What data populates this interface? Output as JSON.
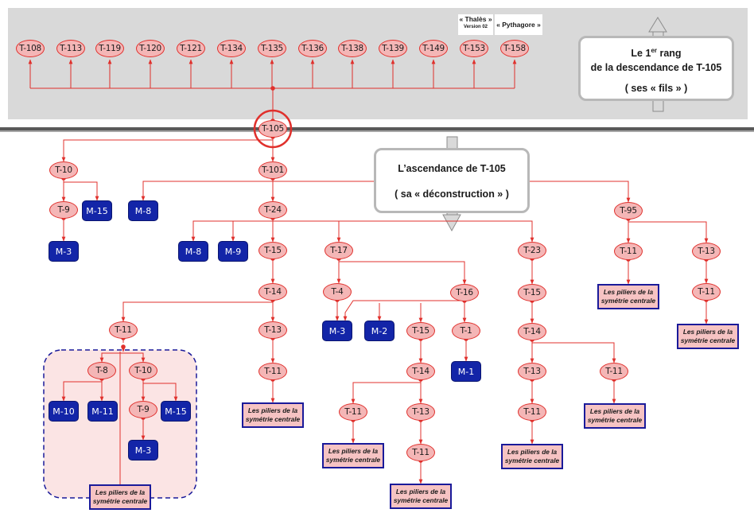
{
  "banner": {
    "versions": [
      {
        "name": "« Thalès »",
        "note": "Version 02"
      },
      {
        "name": "« Pythagore »"
      }
    ],
    "descendants": [
      "T-108",
      "T-113",
      "T-119",
      "T-120",
      "T-121",
      "T-134",
      "T-135",
      "T-136",
      "T-138",
      "T-139",
      "T-149",
      "T-153",
      "T-158"
    ],
    "rank_box": {
      "line1_a": "Le 1",
      "line1_sup": "er",
      "line1_b": " rang",
      "line2": "de la descendance de T-105",
      "line3": "( ses « fils » )"
    }
  },
  "ancestry_box": {
    "line1": "L’ascendance de T-105",
    "line2": "( sa « déconstruction » )"
  },
  "root": "T-105",
  "tree": {
    "t101": "T-101",
    "t10a": "T-10",
    "t9a": "T-9",
    "m15a": "M-15",
    "m3a": "M-3",
    "m8a": "M-8",
    "t24": "T-24",
    "m8b": "M-8",
    "m9": "M-9",
    "t15a": "T-15",
    "t14a": "T-14",
    "t13a": "T-13",
    "t11a": "T-11",
    "t11b": "T-11",
    "t8": "T-8",
    "t10b": "T-10",
    "m10": "M-10",
    "m11": "M-11",
    "t9b": "T-9",
    "m15b": "M-15",
    "m3b": "M-3",
    "t17": "T-17",
    "t4": "T-4",
    "t16": "T-16",
    "m3c": "M-3",
    "m2": "M-2",
    "t15b": "T-15",
    "t1": "T-1",
    "m1": "M-1",
    "t14b": "T-14",
    "t11c": "T-11",
    "t13b": "T-13",
    "t11d": "T-11",
    "t23": "T-23",
    "t15c": "T-15",
    "t14c": "T-14",
    "t13c": "T-13",
    "t11e": "T-11",
    "t11f": "T-11",
    "t95": "T-95",
    "t11g": "T-11",
    "t13d": "T-13",
    "t11h": "T-11",
    "pillar_label": "Les piliers de la symétrie centrale"
  },
  "colors": {
    "edge": "#e0302c",
    "t_node_fill": "#f4b6b6",
    "m_node_fill": "#1325a8",
    "pillar_border": "#1a1a9a",
    "banner_bg": "#d9d9d9"
  }
}
